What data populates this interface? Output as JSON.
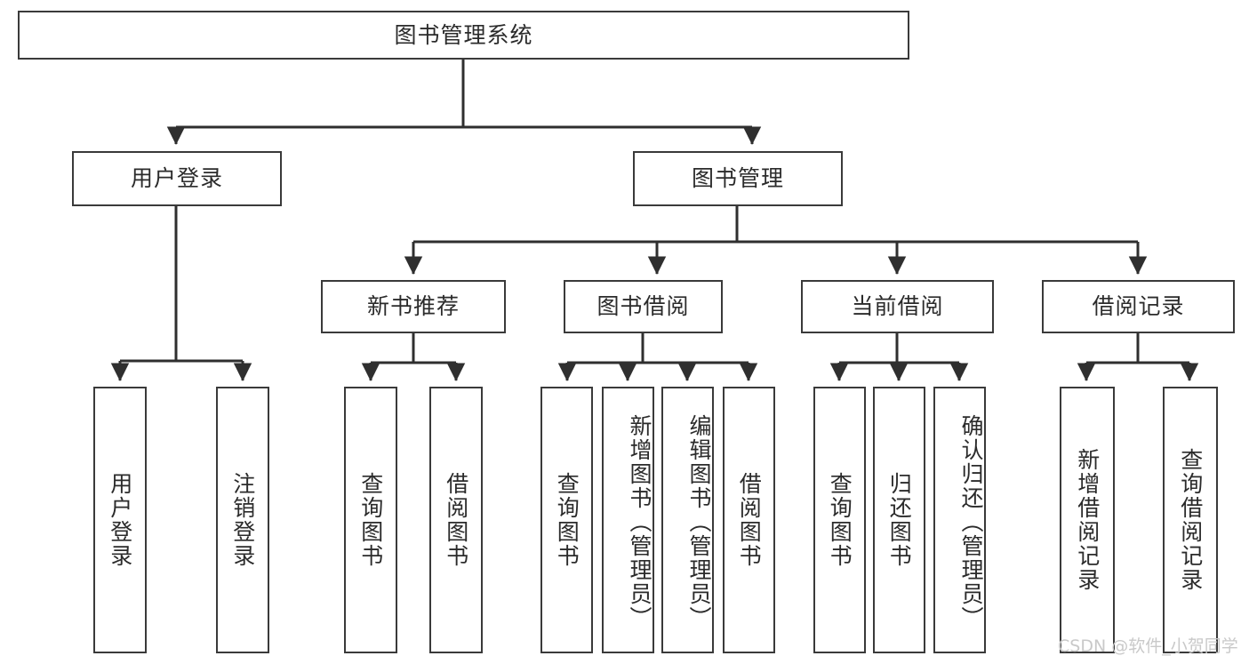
{
  "diagram": {
    "title": "图书管理系统",
    "type": "tree-hierarchy",
    "root": {
      "label": "图书管理系统"
    },
    "level2": [
      {
        "label": "用户登录"
      },
      {
        "label": "图书管理"
      }
    ],
    "level3": [
      {
        "label": "新书推荐"
      },
      {
        "label": "图书借阅"
      },
      {
        "label": "当前借阅"
      },
      {
        "label": "借阅记录"
      }
    ],
    "leaves": {
      "user_login": [
        {
          "label": "用户登录"
        },
        {
          "label": "注销登录"
        }
      ],
      "new_book_recommend": [
        {
          "label": "查询图书"
        },
        {
          "label": "借阅图书"
        }
      ],
      "book_borrow": [
        {
          "label": "查询图书"
        },
        {
          "label": "新增图书（管理员）"
        },
        {
          "label": "编辑图书（管理员）"
        },
        {
          "label": "借阅图书"
        }
      ],
      "current_borrow": [
        {
          "label": "查询图书"
        },
        {
          "label": "归还图书"
        },
        {
          "label": "确认归还（管理员）"
        }
      ],
      "borrow_record": [
        {
          "label": "新增借阅记录"
        },
        {
          "label": "查询借阅记录"
        }
      ]
    }
  },
  "watermark": {
    "text": "CSDN @软件_小贺同学"
  },
  "colors": {
    "box_border": "#3a3a3a",
    "box_fill": "#ffffff",
    "line": "#2f2f2f",
    "text": "#2b2b2b",
    "watermark": "#c9c9c9",
    "background": "#ffffff"
  }
}
